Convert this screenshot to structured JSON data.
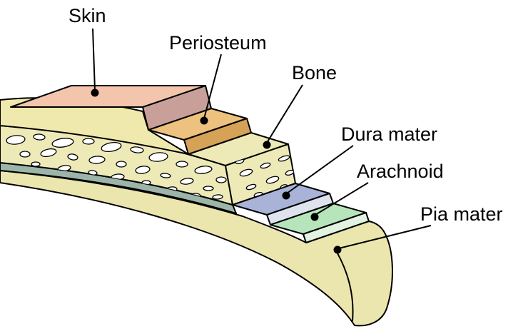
{
  "diagram": {
    "labels": [
      {
        "name": "skin",
        "label": "Skin"
      },
      {
        "name": "periosteum",
        "label": "Periosteum"
      },
      {
        "name": "bone",
        "label": "Bone"
      },
      {
        "name": "dura-mater",
        "label": "Dura mater"
      },
      {
        "name": "arachnoid",
        "label": "Arachnoid"
      },
      {
        "name": "pia-mater",
        "label": "Pia mater"
      }
    ],
    "colors": {
      "background": "#ffffff",
      "outline": "#000000",
      "skin_top": "#f2c5ac",
      "skin_side": "#c9a099",
      "subcutaneous": "#f0e9ae",
      "periosteum_top": "#ecc27e",
      "periosteum_side": "#d5a258",
      "bone": "#edeab8",
      "bone_hole": "#ffffff",
      "dura_top": "#a9b3d8",
      "dura_side": "#dfe3ee",
      "arachnoid_top": "#b7e5bb",
      "arachnoid_side": "#e2f3e2",
      "membrane_band": "#9cb5a8",
      "pia": "#ebe5ae"
    }
  }
}
